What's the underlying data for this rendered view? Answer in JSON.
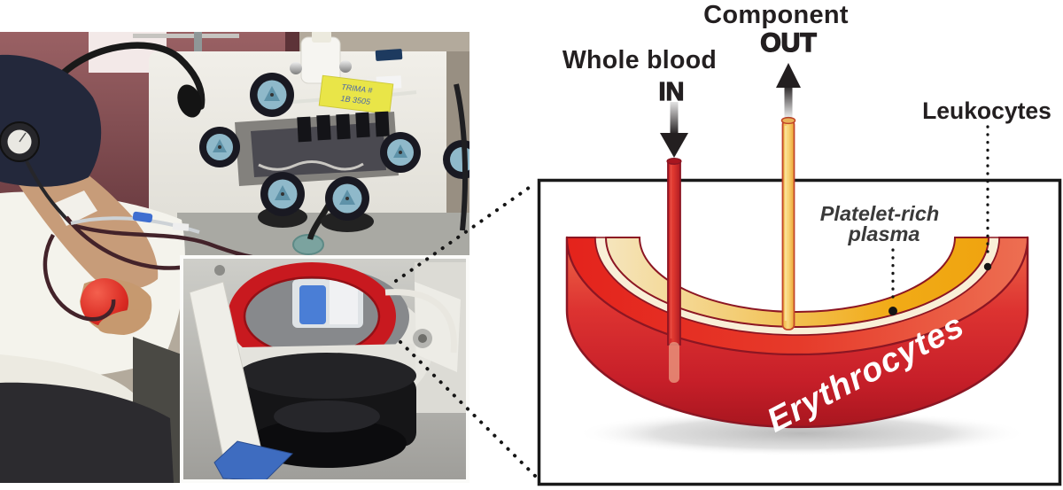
{
  "diagram": {
    "whole_blood": {
      "line1": "Whole blood",
      "line2": "IN"
    },
    "component": {
      "line1": "Component",
      "line2": "OUT"
    },
    "leukocytes": "Leukocytes",
    "platelet": {
      "line1": "Platelet-rich",
      "line2": "plasma"
    },
    "erythrocytes": "Erythrocytes",
    "colors": {
      "erythrocyte_red": "#d6232b",
      "plasma_yellow": "#f0a40e",
      "leukocyte_cream": "#f9efd7",
      "outline_maroon": "#8c1623",
      "label_dark": "#231f20"
    }
  },
  "photo": {
    "machine_label_line1": "TRIMA #",
    "machine_label_line2": "1B 3505"
  }
}
